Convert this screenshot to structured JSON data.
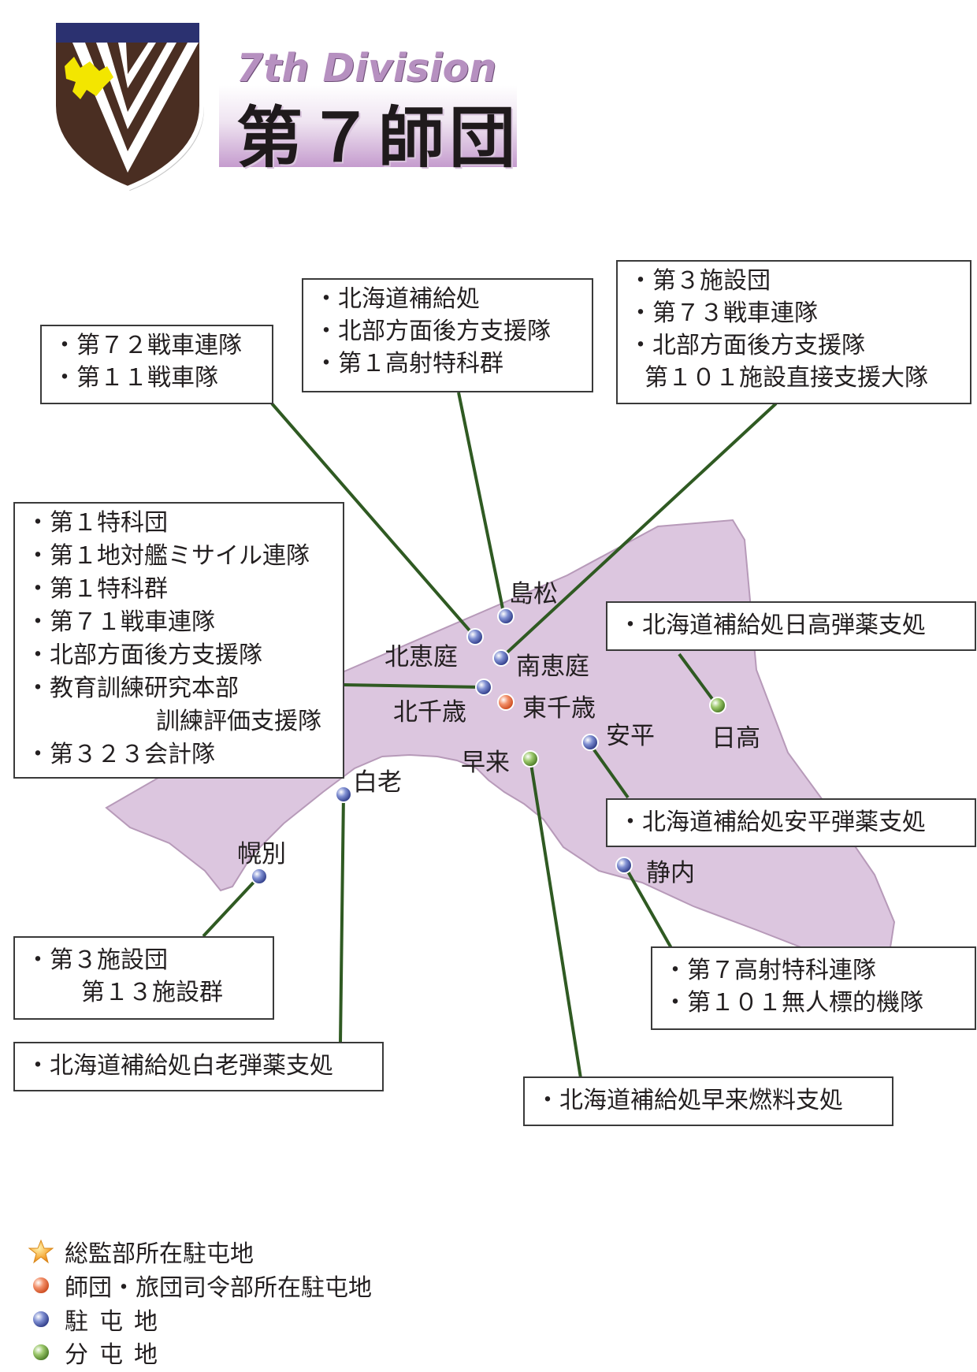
{
  "header": {
    "title_en": "7th Division",
    "title_ja": "第７師団"
  },
  "colors": {
    "region_fill": "#dcc6df",
    "connector": "#2f5a22",
    "hq_marker": "#e8673d",
    "garrison_marker": "#4a5aa6",
    "sub_garrison_marker": "#6a9a3e",
    "general_hq_marker": "#f2a23a",
    "emblem_brown": "#4a2e22",
    "emblem_navy": "#2b3170",
    "emblem_yellow": "#f3e600"
  },
  "places": {
    "shimamatsu": "島松",
    "kitaeniwa": "北恵庭",
    "minamieniwa": "南恵庭",
    "kitachitose": "北千歳",
    "higashichitose": "東千歳",
    "yasuhira": "安平",
    "hidaka": "日高",
    "hayakita": "早来",
    "shiraoi": "白老",
    "horobetsu": "幌別",
    "shizunai": "静内"
  },
  "boxes": {
    "b72": [
      "・第７２戦車連隊",
      "・第１１戦車隊"
    ],
    "supply": [
      "・北海道補給処",
      "・北部方面後方支援隊",
      "・第１高射特科群"
    ],
    "eng3": [
      "・第３施設団",
      "・第７３戦車連隊",
      "・北部方面後方支援隊",
      "第１０１施設直接支援大隊"
    ],
    "chitose": [
      "・第１特科団",
      "・第１地対艦ミサイル連隊",
      "・第１特科群",
      "・第７１戦車連隊",
      "・北部方面後方支援隊",
      "・教育訓練研究本部",
      "訓練評価支援隊",
      "・第３２３会計隊"
    ],
    "hidaka_depot": "・北海道補給処日高弾薬支処",
    "yasuhira_depot": "・北海道補給処安平弾薬支処",
    "shizunai": [
      "・第７高射特科連隊",
      "・第１０１無人標的機隊"
    ],
    "horobetsu": [
      "・第３施設団",
      "第１３施設群"
    ],
    "shiraoi_depot": "・北海道補給処白老弾薬支処",
    "hayakita_depot": "・北海道補給処早来燃料支処"
  },
  "legend": [
    {
      "icon": "star-icon",
      "color": "#f2a23a",
      "label": "総監部所在駐屯地"
    },
    {
      "icon": "orange-dot-icon",
      "color": "#e8673d",
      "label": "師団・旅団司令部所在駐屯地"
    },
    {
      "icon": "blue-dot-icon",
      "color": "#4a5aa6",
      "label": "駐屯地"
    },
    {
      "icon": "green-dot-icon",
      "color": "#6a9a3e",
      "label": "分屯地"
    }
  ]
}
